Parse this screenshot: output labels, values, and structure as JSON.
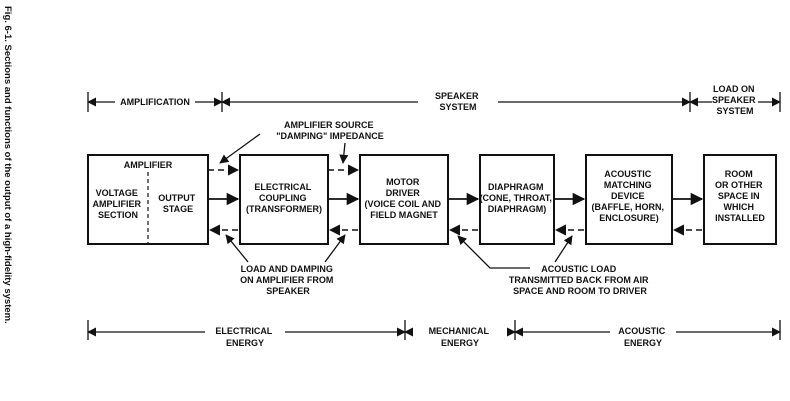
{
  "caption": "Fig. 6-1. Sections and functions of the output of a high-fidelity system.",
  "top_labels": {
    "amplification": "AMPLIFICATION",
    "speaker": [
      "SPEAKER",
      "SYSTEM"
    ],
    "load": [
      "LOAD ON",
      "SPEAKER",
      "SYSTEM"
    ]
  },
  "bottom_labels": {
    "electrical": [
      "ELECTRICAL",
      "ENERGY"
    ],
    "mechanical": [
      "MECHANICAL",
      "ENERGY"
    ],
    "acoustic": [
      "ACOUSTIC",
      "ENERGY"
    ]
  },
  "annotations": {
    "source_impedance": [
      "AMPLIFIER SOURCE",
      "\"DAMPING\" IMPEDANCE"
    ],
    "load_damping": [
      "LOAD AND DAMPING",
      "ON AMPLIFIER FROM",
      "SPEAKER"
    ],
    "acoustic_load": [
      "ACOUSTIC LOAD",
      "TRANSMITTED BACK FROM AIR",
      "SPACE AND ROOM TO DRIVER"
    ]
  },
  "blocks": {
    "amplifier": {
      "title": "AMPLIFIER",
      "left": [
        "VOLTAGE",
        "AMPLIFIER",
        "SECTION"
      ],
      "right": [
        "OUTPUT",
        "STAGE"
      ]
    },
    "electrical_coupling": [
      "ELECTRICAL",
      "COUPLING",
      "(TRANSFORMER)"
    ],
    "motor_driver": [
      "MOTOR",
      "DRIVER",
      "(VOICE COIL AND",
      "FIELD MAGNET"
    ],
    "diaphragm": [
      "DIAPHRAGM",
      "(CONE, THROAT,",
      "DIAPHRAGM)"
    ],
    "acoustic_matching": [
      "ACOUSTIC",
      "MATCHING",
      "DEVICE",
      "(BAFFLE, HORN,",
      "ENCLOSURE)"
    ],
    "room": [
      "ROOM",
      "OR OTHER",
      "SPACE IN",
      "WHICH",
      "INSTALLED"
    ]
  },
  "colors": {
    "ink": "#111111",
    "paper": "#ffffff"
  }
}
